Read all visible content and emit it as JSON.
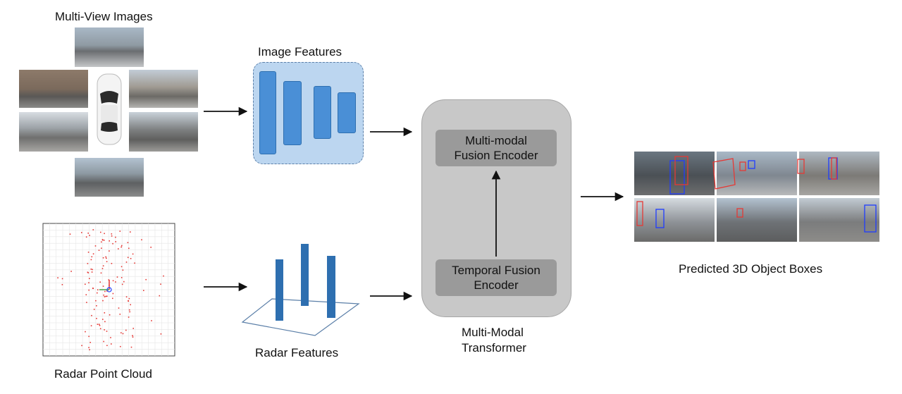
{
  "labels": {
    "multi_view_images": "Multi-View Images",
    "image_features": "Image Features",
    "radar_point_cloud": "Radar Point Cloud",
    "radar_features": "Radar Features",
    "multimodal_fusion_encoder_line1": "Multi-modal",
    "multimodal_fusion_encoder_line2": "Fusion Encoder",
    "temporal_fusion_encoder_line1": "Temporal Fusion",
    "temporal_fusion_encoder_line2": "Encoder",
    "transformer_line1": "Multi-Modal",
    "transformer_line2": "Transformer",
    "predicted_boxes": "Predicted 3D Object Boxes"
  },
  "colors": {
    "feature_bar": "#4a8fd6",
    "feature_bg": "#bcd6f0",
    "radar_bar": "#2e6fb0",
    "transformer_bg": "#c8c8c8",
    "encoder_bg": "#9a9a9a",
    "arrow": "#111111"
  }
}
